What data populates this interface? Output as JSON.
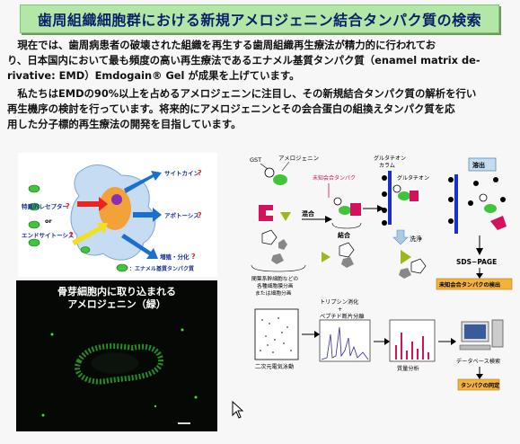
{
  "title": "歯周組織細胞群における新規アメロジェニン結合タンパク質の検索",
  "para1_lines": [
    "　現在では、歯周病患者の破壊された組織を再生する歯周組織再生療法が精力的に行われてお",
    "り、日本国内において最も頻度の高い再生療法であるエナメル基質タンパク質（enamel matrix de-",
    "rivative: EMD）Emdogain® Gel が成果を上げています。"
  ],
  "para2_lines": [
    "　私たちはEMDの90%以上を占めるアメロジェニンに注目し、その新規結合タンパク質の解析を行い",
    "再生機序の検討を行っています。将来的にアメロジェニンとその会合蛋白の組換えタンパク質を応",
    "用した分子標的再生療法の開発を目指しています。"
  ],
  "cell_diagram": {
    "receptor": "特異的レセプター",
    "or": "or",
    "endocytosis": "エンドサイトーシス",
    "cytokine": "サイトカイン",
    "apoptosis": "アポトーシス",
    "proliferation": "増殖・分化",
    "qmark": "?",
    "legend": "：エナメル基質タンパク質"
  },
  "micrograph": {
    "caption_line1": "骨芽細胞内に取り込まれる",
    "caption_line2": "アメロジェニン（緑）"
  },
  "flow": {
    "gst": "GST",
    "amelogenin": "アメロジェニン",
    "unknown_assoc": "未知会合タンパク",
    "glutathione_column_1": "グルタチオン",
    "glutathione_column_2": "カラム",
    "glutathione": "グルタチオン",
    "elution": "溶出",
    "mix": "混合",
    "bind": "結合",
    "wash": "洗浄",
    "sds_page": "SDS−PAGE",
    "detect": "未知会合タンパクの検出",
    "cell_fraction_1": "間葉系幹細胞などの",
    "cell_fraction_2": "各種細胞膜分画",
    "cell_fraction_3": "または細胞分画",
    "trypsin": "トリプシン消化",
    "plus": "+",
    "peptide": "ペプチド断片分離",
    "electrophoresis": "二次元電気泳動",
    "mass": "質量分析",
    "db_search": "データベース検索",
    "protein_id": "タンパクの同定"
  },
  "colors": {
    "title_bg": "#b3e7a8",
    "title_text": "#0a1f6a",
    "green": "#3fc43a",
    "magenta": "#d4115a",
    "olive": "#9cb81e",
    "gray": "#8a8a8a",
    "blue_bar": "#1a2fd0",
    "detect_bg": "#f3b23a",
    "protein_id_bg": "#f3b23a"
  }
}
